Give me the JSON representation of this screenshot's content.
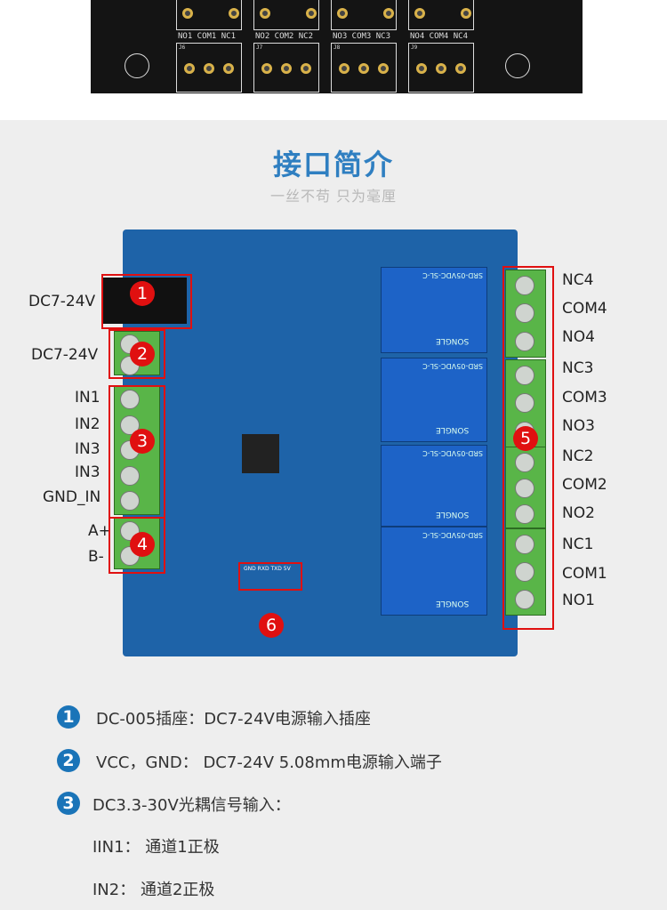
{
  "pcb_top": {
    "channels": [
      {
        "label": "NO1 COM1 NC1",
        "ref": "J6"
      },
      {
        "label": "NO2 COM2 NC2",
        "ref": "J7"
      },
      {
        "label": "NO3 COM3 NC3",
        "ref": "J8"
      },
      {
        "label": "NO4 COM4 NC4",
        "ref": "J9"
      }
    ]
  },
  "header": {
    "title": "接口简介",
    "subtitle": "一丝不苟  只为毫厘"
  },
  "left_labels": [
    "DC7-24V",
    "DC7-24V",
    "IN1",
    "IN2",
    "IN3",
    "IN3",
    "GND_IN",
    "A+",
    "B-"
  ],
  "right_labels": [
    "NC4",
    "COM4",
    "NO4",
    "NC3",
    "COM3",
    "NO3",
    "NC2",
    "COM2",
    "NO2",
    "NC1",
    "COM1",
    "NO1"
  ],
  "markers": [
    "1",
    "2",
    "3",
    "4",
    "5",
    "6"
  ],
  "relay_text": "SRD-05VDC-SL-C",
  "relay_brand": "SONGLE",
  "header_pins": "GND RXD TXD 5V",
  "descriptions": [
    {
      "num": "1",
      "text": "DC-005插座：DC7-24V电源输入插座"
    },
    {
      "num": "2",
      "text": "VCC，GND： DC7-24V 5.08mm电源输入端子"
    },
    {
      "num": "3",
      "text": "DC3.3-30V光耦信号输入："
    },
    {
      "num": "",
      "text": "IIN1：  通道1正极"
    },
    {
      "num": "",
      "text": "IN2：  通道2正极"
    }
  ],
  "colors": {
    "accent": "#2f7fc1",
    "marker": "#e01010",
    "board": "#1e63a8"
  }
}
